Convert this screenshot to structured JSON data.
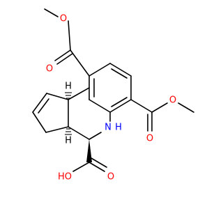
{
  "colors": {
    "oxygen": "#ff0000",
    "nitrogen": "#0000ff",
    "carbon": "#000000",
    "background": "#ffffff"
  },
  "atoms": {
    "o_top_ester_single": "O",
    "o_top_ester_double": "O",
    "o_right_ester_single": "O",
    "o_right_ester_double": "O",
    "o_acid_double": "O",
    "o_acid_oh": "HO",
    "n_ring": "N",
    "h_on_n": "H",
    "h_stereo_upper": "H",
    "h_stereo_lower": "H"
  }
}
